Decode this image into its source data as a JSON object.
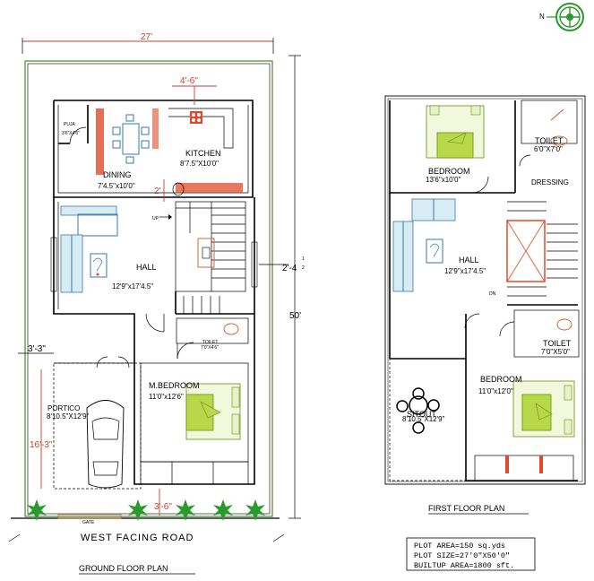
{
  "ground_floor": {
    "title": "GROUND FLOOR PLAN",
    "road": "WEST  FACING  ROAD",
    "gate": "GATE",
    "dim_width": "27'",
    "dim_depth": "50'",
    "dim_top_inner": "4'-6\"",
    "dim_stair": "2'",
    "dim_side": "2'-4",
    "dim_side_frac": "1",
    "dim_side_frac2": "2",
    "dim_left": "3'-3\"",
    "dim_portico": "16'-3\"",
    "dim_bottom": "3'-6\"",
    "rooms": {
      "pooja": "PUJA",
      "pooja_size": "3'6\"X4'6\"",
      "dining": "DINING",
      "dining_size": "7'4.5\"x10'0\"",
      "kitchen": "KITCHEN",
      "kitchen_size": "8'7.5\"X10'0\"",
      "hall": "HALL",
      "hall_size": "12'9\"x17'4.5\"",
      "up": "UP",
      "toilet": "TOILET",
      "toilet_size": "7'0\"X4'6\"",
      "mbed": "M.BEDROOM",
      "mbed_size": "11'0\"x12'6\"",
      "portico": "PORTICO",
      "portico_size": "8'10.5\"X12'9\""
    }
  },
  "first_floor": {
    "title": "FIRST FLOOR PLAN",
    "rooms": {
      "bed1": "BEDROOM",
      "bed1_size": "13'6\"x10'0\"",
      "toilet1": "TOILET",
      "toilet1_size": "6'0\"X7'0\"",
      "dressing": "DRESSING",
      "hall": "HALL",
      "hall_size": "12'9\"x17'4.5\"",
      "dn": "DN",
      "toilet2": "TOILET",
      "toilet2_size": "7'0\"X5'0\"",
      "bed2": "BEDROOM",
      "bed2_size": "11'0\"x12'0\"",
      "sitout": "SITOUT",
      "sitout_size": "8'10.5\"X12'9\""
    }
  },
  "info": {
    "plot_area": "PLOT AREA=150 sq.yds",
    "plot_size": "PLOT SIZE=27'0\"X50'0\"",
    "builtup": "BUILTUP AREA=1800 sft."
  },
  "compass": {
    "letter": "N",
    "icon": "compass-icon"
  },
  "colors": {
    "dimension": "#c8402a",
    "furniture": "#3a7aa8",
    "bed": "#b8d84a",
    "tree": "#2a9a2a"
  }
}
